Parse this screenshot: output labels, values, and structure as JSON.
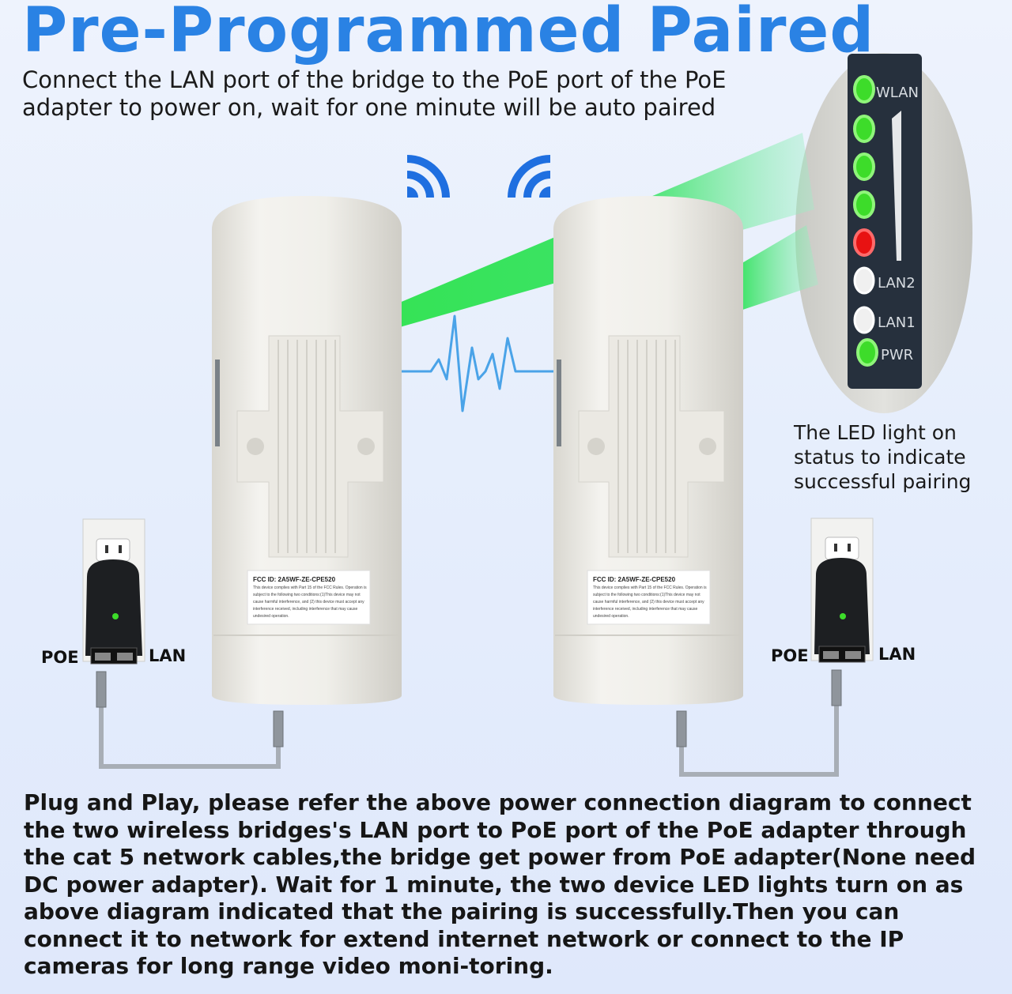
{
  "header": {
    "title": "Pre-Programmed Paired",
    "subtitle": "Connect the LAN port of the bridge to the PoE port of the PoE adapter to power on, wait for one minute will be auto paired"
  },
  "led_panel": {
    "labels": [
      "WLAN",
      "LAN2",
      "LAN1",
      "PWR"
    ],
    "led_states": [
      "green",
      "green",
      "green",
      "green",
      "red",
      "off",
      "off",
      "green"
    ],
    "caption": "The LED light on status to indicate successful pairing"
  },
  "devices": [
    {
      "fcc_id": "FCC ID: 2A5WF-ZE-CPE520",
      "fcc_text": [
        "This device complies with Part 15 of the FCC Rules. Operation is",
        "subject to the following two conditions:(1)This device may not",
        "cause harmful interference, and (2) this device must accept any",
        "interference received, including interference that may cause",
        "undesired operation."
      ]
    },
    {
      "fcc_id": "FCC ID: 2A5WF-ZE-CPE520",
      "fcc_text": [
        "This device complies with Part 15 of the FCC Rules. Operation is",
        "subject to the following two conditions:(1)This device may not",
        "cause harmful interference, and (2) this device must accept any",
        "interference received, including interference that may cause",
        "undesired operation."
      ]
    }
  ],
  "adapters": [
    {
      "poe_label": "POE",
      "lan_label": "LAN"
    },
    {
      "poe_label": "POE",
      "lan_label": "LAN"
    }
  ],
  "description": "Plug and Play, please refer the above power connection diagram to connect the two wireless bridges's LAN port to PoE port of the PoE adapter through the cat 5 network cables,the bridge get power from PoE adapter(None need DC power adapter). Wait for 1 minute, the two device LED lights turn on as above diagram indicated that the pairing is successfully.Then you can connect it to network for extend internet network or connect to the IP cameras for long range video moni-toring.",
  "colors": {
    "title_blue": "#2a82e4",
    "beam_green": "#1fe23a",
    "led_green": "#3ddc2a",
    "led_red": "#e81212",
    "wifi_blue": "#1f6fe0"
  },
  "icons": [
    "wifi-signal-icon",
    "heartbeat-pulse-icon"
  ]
}
